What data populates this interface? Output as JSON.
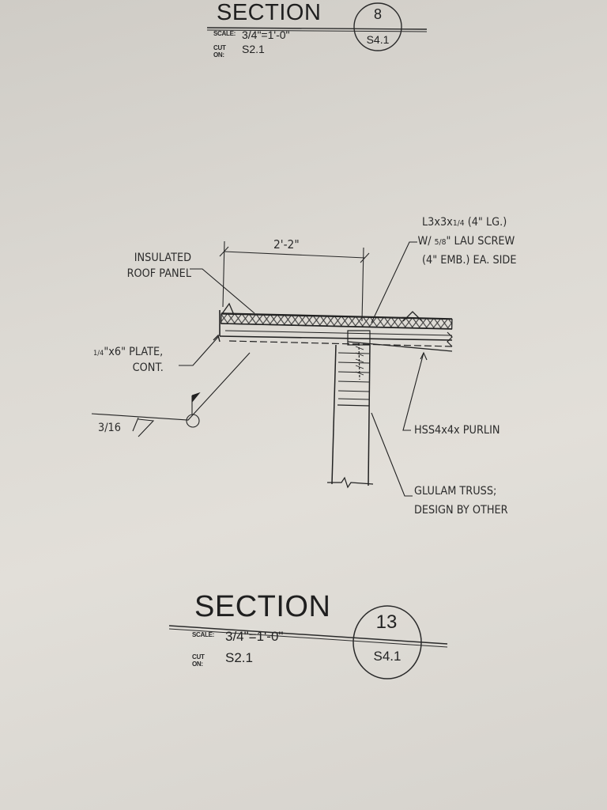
{
  "sections": [
    {
      "word": "SECTION",
      "number": "8",
      "sheet": "S4.1",
      "scale_key": "SCALE:",
      "scale_value": "3/4\"=1'-0\"",
      "cut_key": "CUT ON:",
      "cut_value": "S2.1"
    },
    {
      "word": "SECTION",
      "number": "13",
      "sheet": "S4.1",
      "scale_key": "SCALE:",
      "scale_value": "3/4\"=1'-0\"",
      "cut_key": "CUT ON:",
      "cut_value": "S2.1"
    }
  ],
  "detail": {
    "dimension": "2'-2\"",
    "insulated_panel": [
      "INSULATED",
      "ROOF PANEL"
    ],
    "plate": [
      "\"x6\" PLATE,",
      "CONT."
    ],
    "plate_fraction": "1/4",
    "weld_size": "3/16",
    "angle_line1": "L3x3x",
    "angle_line1_frac": "1/4",
    "angle_line1_rest": " (4\" LG.)",
    "angle_line2": "W/ ",
    "angle_line2_frac": "5/8",
    "angle_line2_rest": "\" LAU SCREW",
    "angle_line3": "(4\" EMB.) EA. SIDE",
    "purlin": "HSS4x4x PURLIN",
    "truss": [
      "GLULAM TRUSS;",
      "DESIGN BY OTHER"
    ]
  }
}
